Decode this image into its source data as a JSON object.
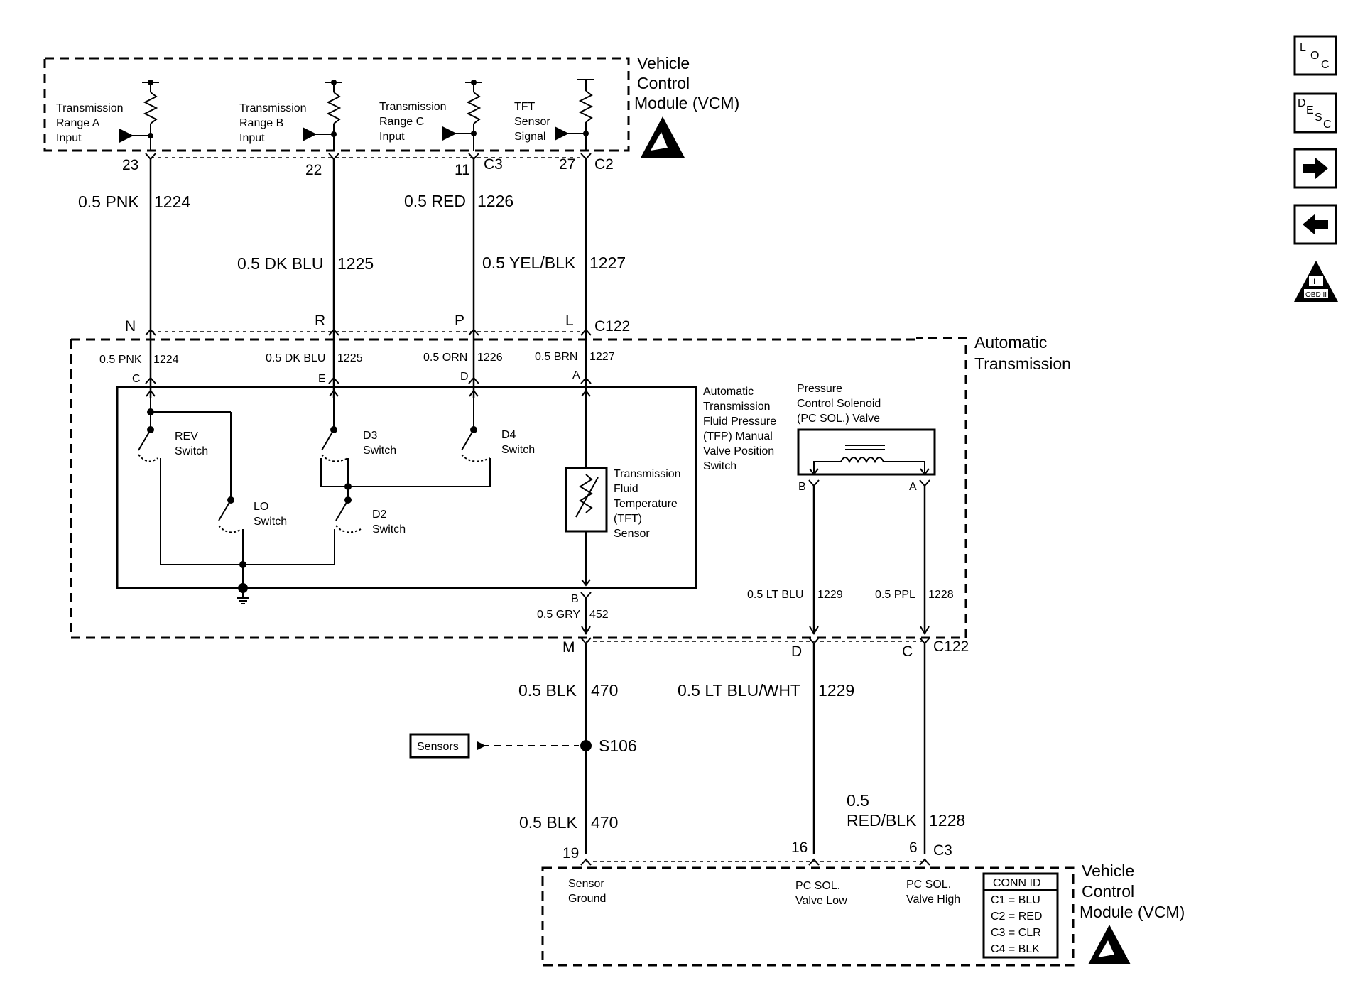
{
  "vcm_top": {
    "title": [
      "Vehicle",
      "Control",
      "Module (VCM)"
    ],
    "inputs": [
      {
        "lines": [
          "Transmission",
          "Range A",
          "Input"
        ],
        "pin": "23"
      },
      {
        "lines": [
          "Transmission",
          "Range B",
          "Input"
        ],
        "pin": "22"
      },
      {
        "lines": [
          "Transmission",
          "Range C",
          "Input"
        ],
        "pin": "11"
      },
      {
        "lines": [
          "TFT",
          "Sensor",
          "Signal"
        ],
        "pin": "27"
      }
    ],
    "connectors": [
      "C3",
      "C2"
    ]
  },
  "wires_upper": [
    {
      "size_color": "0.5 PNK",
      "circuit": "1224"
    },
    {
      "size_color": "0.5 DK BLU",
      "circuit": "1225"
    },
    {
      "size_color": "0.5 RED",
      "circuit": "1226"
    },
    {
      "size_color": "0.5 YEL/BLK",
      "circuit": "1227"
    }
  ],
  "c122_top": {
    "pins": [
      "N",
      "R",
      "P",
      "L"
    ],
    "connector": "C122"
  },
  "transmission": {
    "title": [
      "Automatic",
      "Transmission"
    ],
    "internal_wires": [
      {
        "size_color": "0.5 PNK",
        "circuit": "1224",
        "pin": "C"
      },
      {
        "size_color": "0.5 DK BLU",
        "circuit": "1225",
        "pin": "E"
      },
      {
        "size_color": "0.5 ORN",
        "circuit": "1226",
        "pin": "D"
      },
      {
        "size_color": "0.5 BRN",
        "circuit": "1227",
        "pin": "A"
      }
    ],
    "tfp_label": [
      "Automatic",
      "Transmission",
      "Fluid Pressure",
      "(TFP) Manual",
      "Valve Position",
      "Switch"
    ],
    "switches": {
      "rev": [
        "REV",
        "Switch"
      ],
      "lo": [
        "LO",
        "Switch"
      ],
      "d3": [
        "D3",
        "Switch"
      ],
      "d2": [
        "D2",
        "Switch"
      ],
      "d4": [
        "D4",
        "Switch"
      ]
    },
    "tft_label": [
      "Transmission",
      "Fluid",
      "Temperature",
      "(TFT)",
      "Sensor"
    ],
    "pc_label": [
      "Pressure",
      "Control Solenoid",
      "(PC SOL.) Valve"
    ],
    "pc_pins": [
      "B",
      "A"
    ],
    "ground_wire": {
      "pin": "B",
      "size_color": "0.5 GRY",
      "circuit": "452"
    },
    "sol_wires": [
      {
        "size_color": "0.5 LT BLU",
        "circuit": "1229"
      },
      {
        "size_color": "0.5 PPL",
        "circuit": "1228"
      }
    ]
  },
  "c122_bottom": {
    "pins": [
      "M",
      "D",
      "C"
    ],
    "connector": "C122"
  },
  "wires_lower": [
    {
      "size_color": "0.5 BLK",
      "circuit": "470"
    },
    {
      "size_color": "0.5 LT BLU/WHT",
      "circuit": "1229"
    },
    {
      "size_color_lines": [
        "0.5",
        "RED/BLK"
      ],
      "circuit": "1228"
    },
    {
      "size_color": "0.5 BLK",
      "circuit": "470"
    }
  ],
  "splice": {
    "id": "S106",
    "ref": "Sensors"
  },
  "vcm_bottom": {
    "title": [
      "Vehicle",
      "Control",
      "Module (VCM)"
    ],
    "pins": [
      "19",
      "16",
      "6"
    ],
    "connector": "C3",
    "labels": [
      [
        "Sensor",
        "Ground"
      ],
      [
        "PC SOL.",
        "Valve Low"
      ],
      [
        "PC SOL.",
        "Valve High"
      ]
    ],
    "conn_id": {
      "header": "CONN ID",
      "rows": [
        "C1 = BLU",
        "C2 = RED",
        "C3 = CLR",
        "C4 = BLK"
      ]
    }
  },
  "nav": {
    "loc": {
      "l": "L",
      "o": "O",
      "c": "C"
    },
    "desc": {
      "d": "D",
      "e": "E",
      "s": "S",
      "c": "C"
    },
    "obd": {
      "top": "II",
      "bottom": "OBD II"
    }
  }
}
